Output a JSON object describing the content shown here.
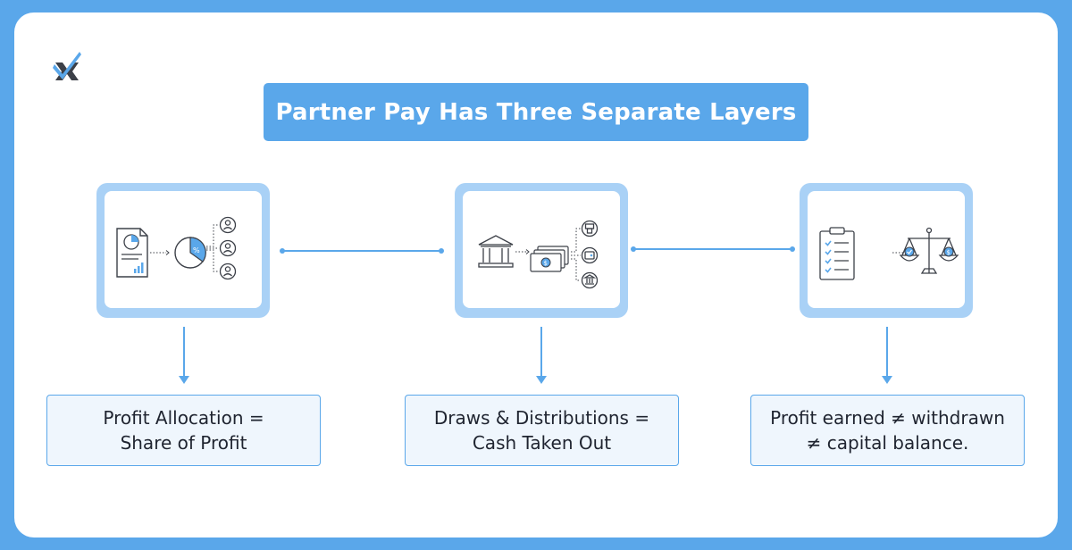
{
  "title": "Partner Pay Has Three Separate Layers",
  "layers": [
    {
      "name": "profit-allocation",
      "icon": "profit-share-icon",
      "label_line1": "Profit Allocation =",
      "label_line2": "Share of Profit"
    },
    {
      "name": "draws-distributions",
      "icon": "cash-out-icon",
      "label_line1": "Draws & Distributions =",
      "label_line2": "Cash Taken Out"
    },
    {
      "name": "capital-balance",
      "icon": "balance-scale-icon",
      "label_line1": "Profit earned ≠ withdrawn",
      "label_line2": "≠ capital balance."
    }
  ],
  "colors": {
    "accent": "#5aa7ea",
    "accent_light": "#a9d1f6",
    "label_bg": "#eff6fd",
    "text": "#1f2430",
    "logo_dark": "#3c4048"
  }
}
